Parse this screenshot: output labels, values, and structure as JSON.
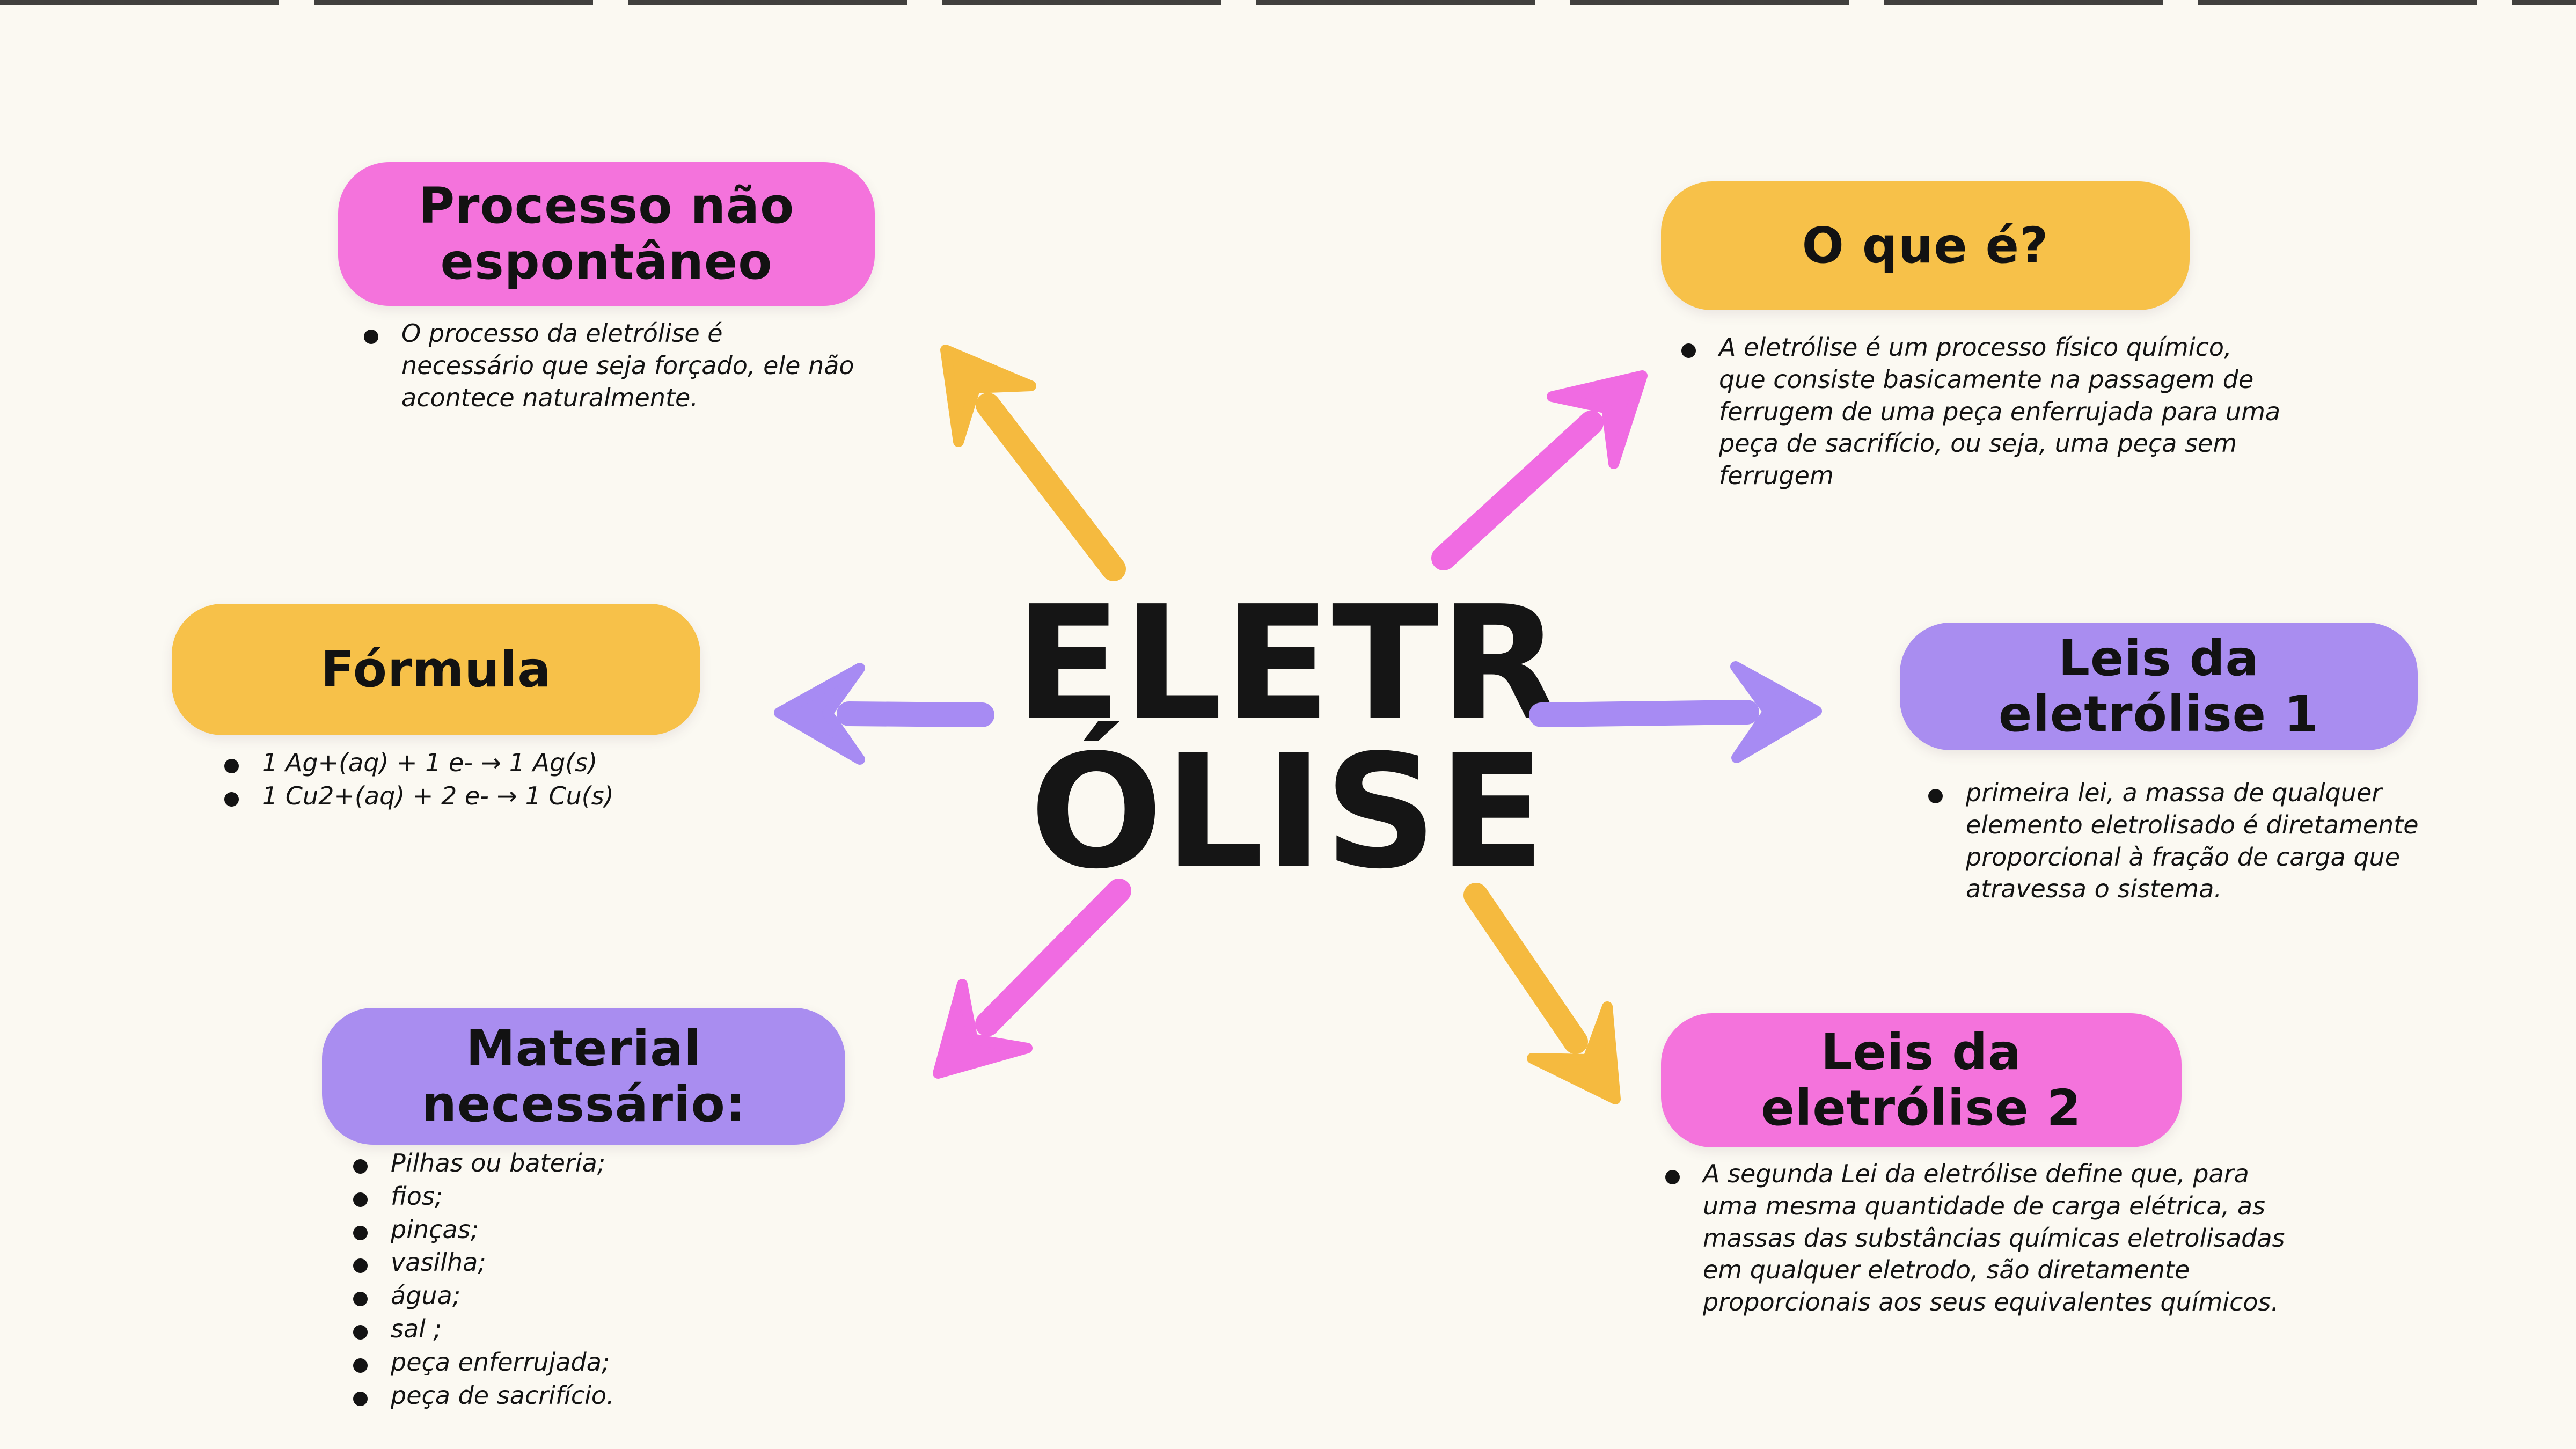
{
  "central": {
    "line1": "ELETR",
    "line2": "ÓLISE"
  },
  "colors": {
    "background": "#FBF9F2",
    "ink": "#141414",
    "pink": "#F473DC",
    "yellow": "#F7C149",
    "purple": "#A98DF0",
    "arrow_pink": "#F06BE2",
    "arrow_yellow": "#F5BA3F",
    "arrow_purple": "#A78BF3"
  },
  "nodes": [
    {
      "id": "processo-nao-espontaneo",
      "title": "Processo não\nespontâneo",
      "bullets": [
        "O processo da eletrólise é necessário que seja forçado, ele não acontece naturalmente."
      ]
    },
    {
      "id": "o-que-e",
      "title": "O que é?",
      "bullets": [
        "A eletrólise é um processo físico químico, que consiste basicamente na passagem de ferrugem de uma peça enferrujada para uma peça de sacrifício, ou seja, uma peça sem ferrugem"
      ]
    },
    {
      "id": "formula",
      "title": "Fórmula",
      "bullets": [
        "1 Ag+(aq) + 1 e- → 1 Ag(s)",
        "1 Cu2+(aq) + 2 e- → 1 Cu(s)"
      ]
    },
    {
      "id": "leis-da-eletrolise-1",
      "title": "Leis da\neletrólise 1",
      "bullets": [
        "primeira lei, a massa de qualquer elemento eletrolisado é diretamente proporcional à fração de carga que atravessa o sistema."
      ]
    },
    {
      "id": "material-necessario",
      "title": "Material\nnecessário:",
      "bullets": [
        "Pilhas ou bateria;",
        "fios;",
        "pinças;",
        "vasilha;",
        "água;",
        "sal ;",
        "peça enferrujada;",
        "peça de sacrifício."
      ]
    },
    {
      "id": "leis-da-eletrolise-2",
      "title": "Leis da\neletrólise 2",
      "bullets": [
        "A segunda Lei da eletrólise define que, para uma mesma quantidade de carga elétrica, as massas das substâncias químicas eletrolisadas em qualquer eletrodo, são diretamente proporcionais aos seus equivalentes químicos."
      ]
    }
  ]
}
